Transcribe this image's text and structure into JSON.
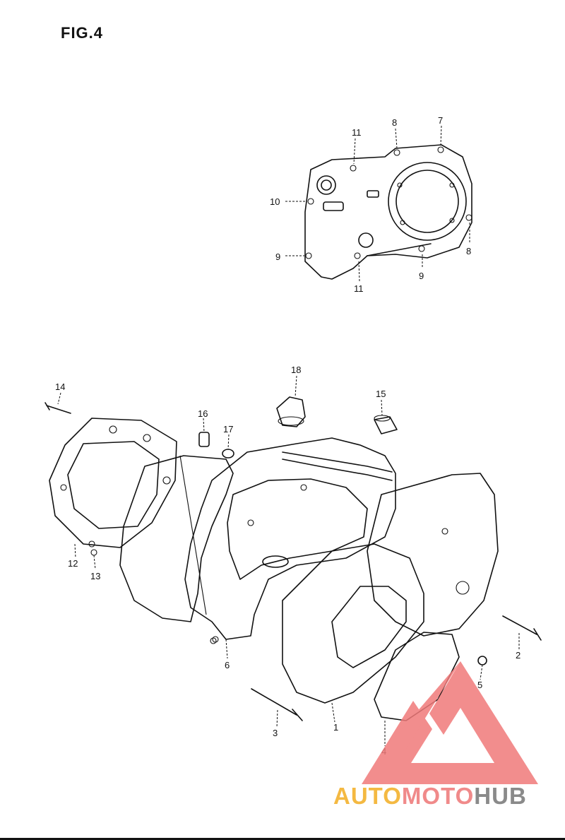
{
  "figure": {
    "title": "FIG.4"
  },
  "callouts": {
    "c1": "1",
    "c2": "2",
    "c3": "3",
    "c4": "4",
    "c5": "5",
    "c6": "6",
    "c7": "7",
    "c8a": "8",
    "c8b": "8",
    "c9a": "9",
    "c9b": "9",
    "c10": "10",
    "c11a": "11",
    "c11b": "11",
    "c12": "12",
    "c13": "13",
    "c14": "14",
    "c15": "15",
    "c16": "16",
    "c17": "17",
    "c18": "18"
  },
  "watermark": {
    "part1": "AUTO",
    "part2": "MOTO",
    "part3": "HUB",
    "colors": {
      "auto": "#f4b942",
      "moto": "#f08a8a",
      "hub": "#8a8a8a",
      "logo": "#f07a7a"
    }
  }
}
